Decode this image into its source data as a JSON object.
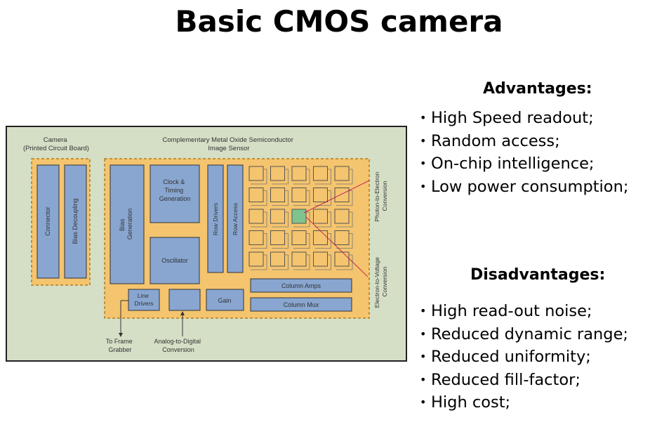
{
  "title": "Basic CMOS camera",
  "diagram": {
    "board_label_1": "Camera",
    "board_label_2": "(Printed Circuit Board)",
    "sensor_label_1": "Complementary Metal Oxide Semiconductor",
    "sensor_label_2": "Image Sensor",
    "connector": "Connector",
    "bias_decoupling": "Bias Decoupling",
    "bias_generation_1": "Bias",
    "bias_generation_2": "Generation",
    "clock_1": "Clock &",
    "clock_2": "Timing",
    "clock_3": "Generation",
    "oscillator": "Oscillator",
    "row_drivers": "Row Drivers",
    "row_access": "Row Access",
    "column_amps": "Column Amps",
    "column_mux": "Column Mux",
    "line_drivers_1": "Line",
    "line_drivers_2": "Drivers",
    "gain": "Gain",
    "photon_1": "Photon-to-Electron",
    "photon_2": "Conversion",
    "electron_1": "Electron-to-Voltage",
    "electron_2": "Conversion",
    "frame_1": "To Frame",
    "frame_2": "Grabber",
    "adc_1": "Analog-to-Digital",
    "adc_2": "Conversion"
  },
  "advantages": {
    "heading": "Advantages:",
    "items": [
      "High Speed readout;",
      "Random access;",
      "On-chip intelligence;",
      "Low power consumption;"
    ]
  },
  "disadvantages": {
    "heading": "Disadvantages:",
    "items": [
      "High read-out noise;",
      "Reduced dynamic range;",
      "Reduced uniformity;",
      "Reduced fill-factor;",
      "High cost;"
    ]
  }
}
